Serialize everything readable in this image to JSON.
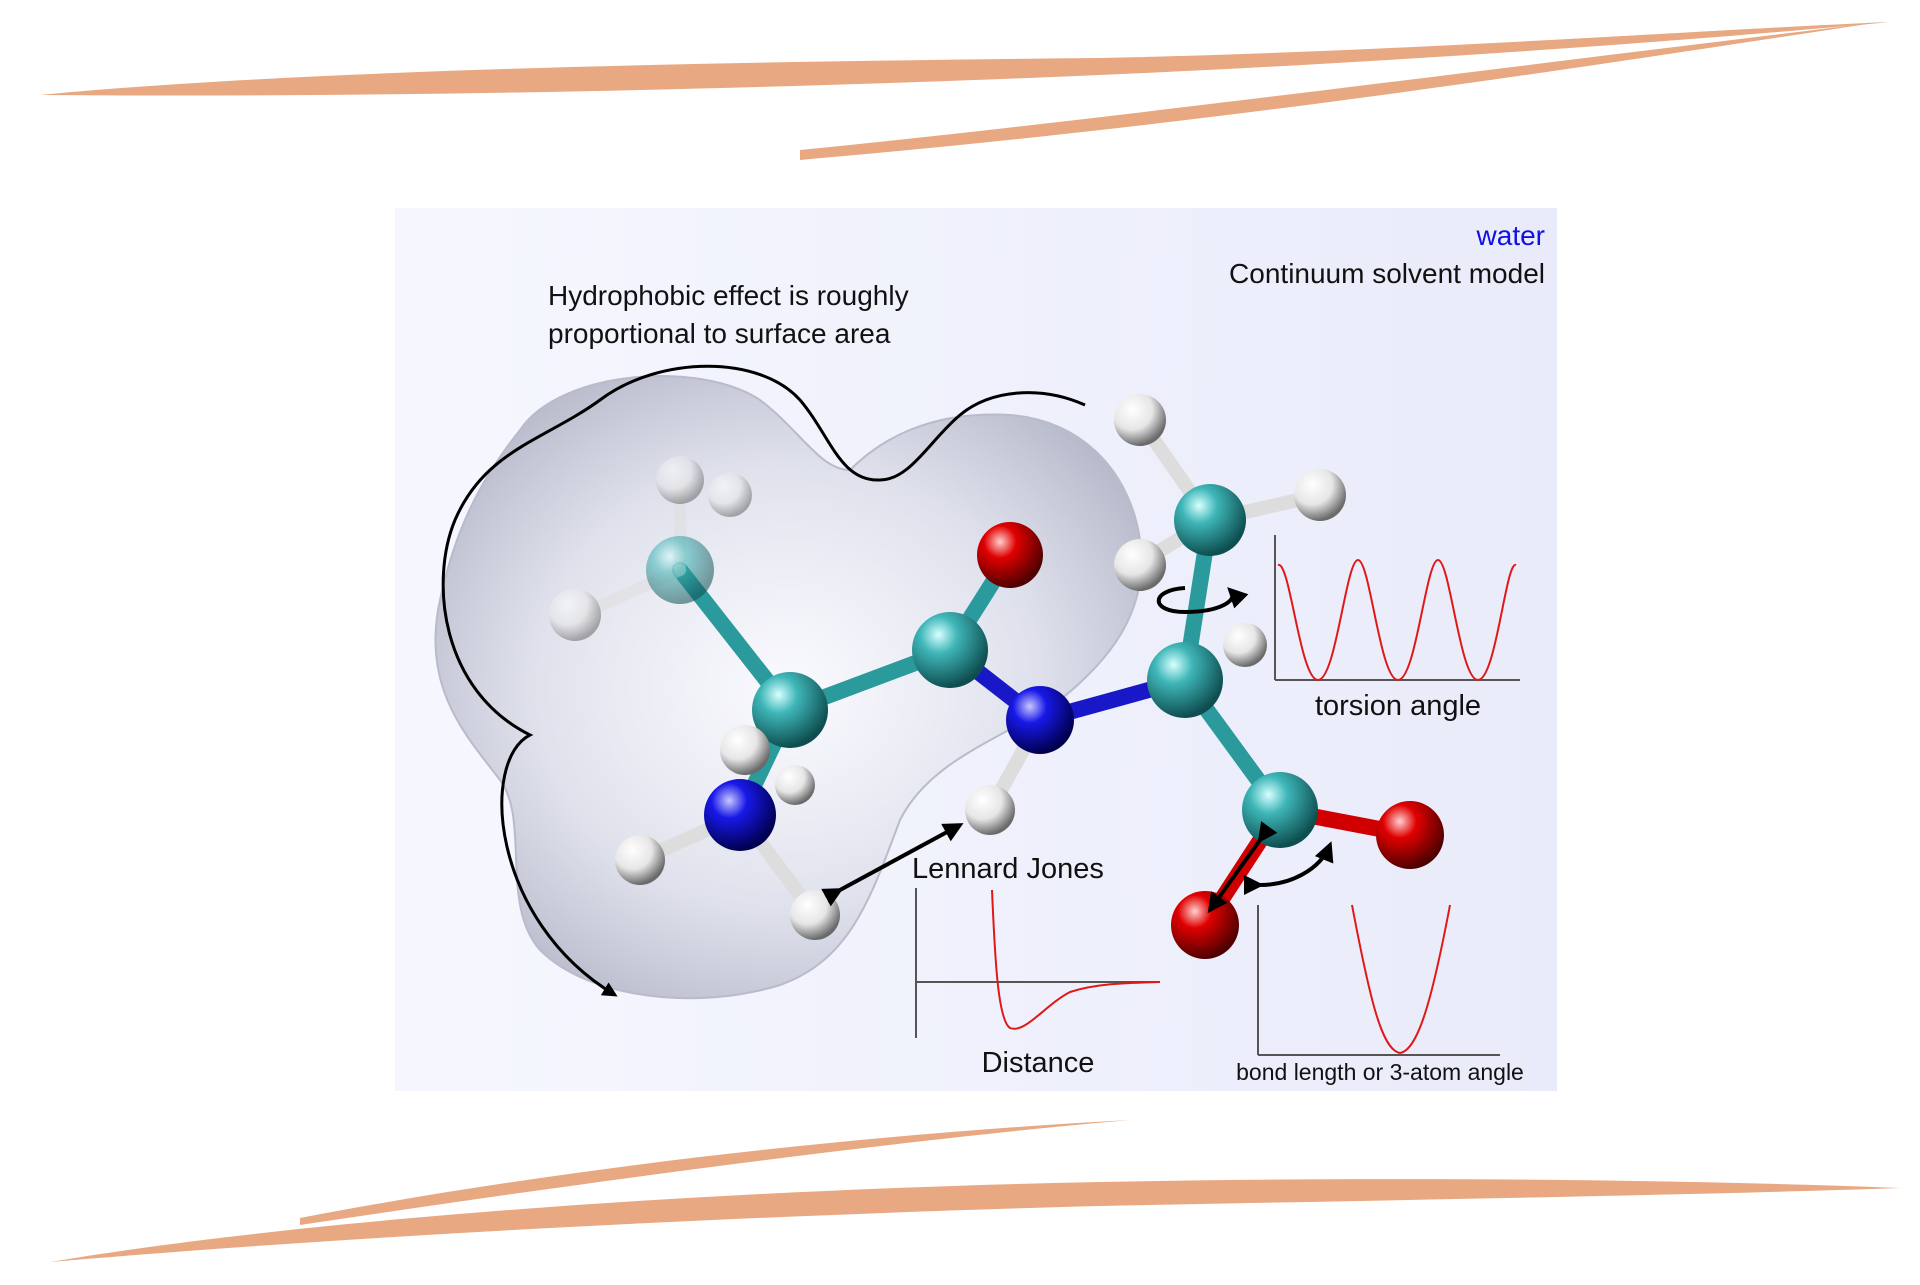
{
  "figure": {
    "solvent": {
      "name": "water",
      "model": "Continuum solvent model"
    },
    "hydrophobic": {
      "line1": "Hydrophobic effect is roughly",
      "line2": "proportional to surface area"
    },
    "torsion_label": "torsion angle",
    "lennard_jones_label": "Lennard Jones",
    "distance_label": "Distance",
    "bond_label": "bond length or 3-atom angle"
  },
  "colors": {
    "brush": "#e8a882",
    "panel": "#eef0fb",
    "carbon": "#2a9a9c",
    "nitrogen": "#1010c8",
    "oxygen": "#d00000",
    "hydrogen": "#f2f2f2",
    "curve": "#e01818",
    "water_text": "#1010e0"
  }
}
